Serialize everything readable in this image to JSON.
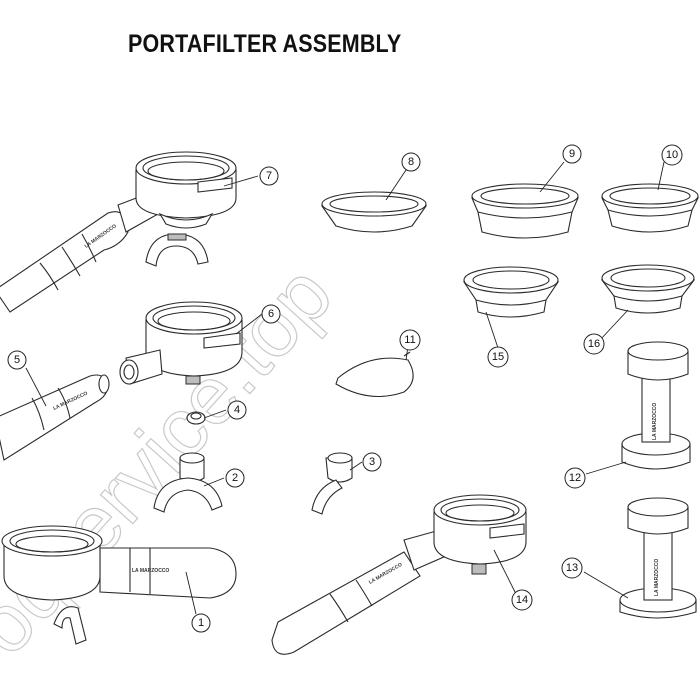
{
  "title": "PORTAFILTER ASSEMBLY",
  "watermark": "oqservice.top",
  "brand_text": "LA MARZOCCO",
  "callouts": [
    "1",
    "2",
    "3",
    "4",
    "5",
    "6",
    "7",
    "8",
    "9",
    "10",
    "11",
    "12",
    "13",
    "14",
    "15",
    "16"
  ]
}
